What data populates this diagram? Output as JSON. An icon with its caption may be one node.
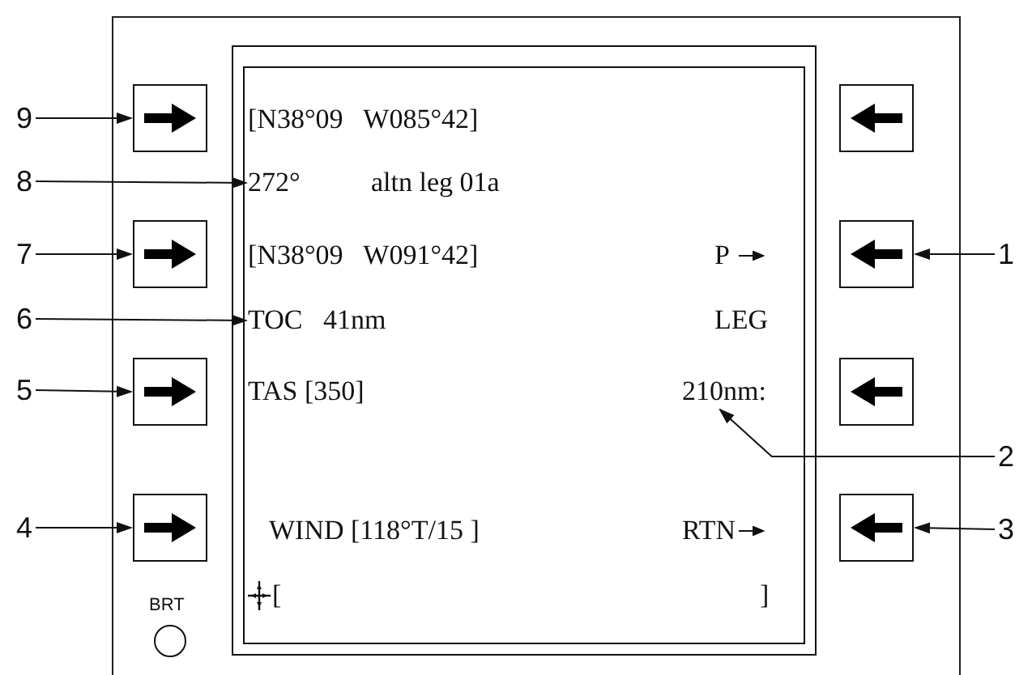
{
  "diagram": {
    "nodes": [
      {
        "text": [],
        "shape": "box"
      },
      {
        "text": [],
        "shape": "box"
      },
      {
        "text": [],
        "shape": "box"
      },
      {
        "text": [],
        "shape": "box"
      },
      {
        "text": [],
        "shape": "box"
      },
      {
        "text": [],
        "shape": "box"
      },
      {
        "text": [],
        "shape": "box"
      },
      {
        "text": [],
        "shape": "box"
      },
      {
        "text": [],
        "shape": "box"
      },
      {
        "text": [
          "272°"
        ],
        "in": 0
      },
      {
        "text": [
          "TOC   41nm"
        ],
        "in": 0
      },
      {
        "text": [
          "210nm:"
        ],
        "in": 0
      },
      {
        "text": [
          "9"
        ]
      },
      {
        "text": [
          "8"
        ]
      },
      {
        "text": [
          "7"
        ]
      },
      {
        "text": [
          "6"
        ]
      },
      {
        "text": [
          "5"
        ]
      },
      {
        "text": [
          "4"
        ]
      },
      {
        "text": [
          "1"
        ]
      },
      {
        "text": [
          "2"
        ]
      },
      {
        "text": [
          "3"
        ]
      }
    ],
    "edges": [
      {
        "from": 12,
        "to": 1,
        "arrow": "to"
      },
      {
        "from": 13,
        "to": 9,
        "arrow": "to"
      },
      {
        "from": 14,
        "to": 2,
        "arrow": "to"
      },
      {
        "from": 15,
        "to": 10,
        "arrow": "to"
      },
      {
        "from": 16,
        "to": 3,
        "arrow": "to"
      },
      {
        "from": 17,
        "to": 4,
        "arrow": "to"
      },
      {
        "from": 18,
        "to": 6,
        "arrow": "to"
      },
      {
        "from": 19,
        "to": 11,
        "arrow": "to"
      },
      {
        "from": 20,
        "to": 8,
        "arrow": "to"
      }
    ],
    "labels": [
      "[N38°09   W085°42]",
      "altn leg 01a",
      "[N38°09   W091°42]",
      "P",
      "LEG",
      "TAS [350]",
      "WIND [118°T/15 ]",
      "RTN",
      "[",
      "]",
      "BRT"
    ]
  }
}
